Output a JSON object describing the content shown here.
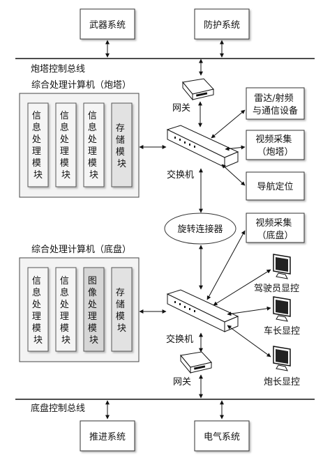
{
  "systems": {
    "weapon": "武器系统",
    "protection": "防护系统",
    "propulsion": "推进系统",
    "electrical": "电气系统"
  },
  "buses": {
    "turret": "炮塔控制总线",
    "chassis": "底盘控制总线"
  },
  "computers": {
    "turret_title": "综合处理计算机（炮塔）",
    "chassis_title": "综合处理计算机（底盘）"
  },
  "turret_modules": [
    [
      "信",
      "息",
      "处",
      "理",
      "模",
      "块"
    ],
    [
      "信",
      "息",
      "处",
      "理",
      "模",
      "块"
    ],
    [
      "信",
      "息",
      "处",
      "理",
      "模",
      "块"
    ],
    [
      "存",
      "储",
      "模",
      "块"
    ]
  ],
  "chassis_modules": [
    [
      "信",
      "息",
      "处",
      "理",
      "模",
      "块"
    ],
    [
      "信",
      "息",
      "处",
      "理",
      "模",
      "块"
    ],
    [
      "图",
      "像",
      "处",
      "理",
      "模",
      "块"
    ],
    [
      "存",
      "储",
      "模",
      "块"
    ]
  ],
  "network": {
    "gateway_top": "网关",
    "switch_top": "交换机",
    "rotary": "旋转连接器",
    "switch_bottom": "交换机",
    "gateway_bottom": "网关"
  },
  "peripherals_top": {
    "radar_line1": "雷达/射频",
    "radar_line2": "与通信设备",
    "video_line1": "视频采集",
    "video_line2": "（炮塔）",
    "nav": "导航定位"
  },
  "peripherals_bottom": {
    "video_line1": "视频采集",
    "video_line2": "（底盘）",
    "driver": "驾驶员显控",
    "commander": "车长显控",
    "gunner": "炮长显控"
  }
}
